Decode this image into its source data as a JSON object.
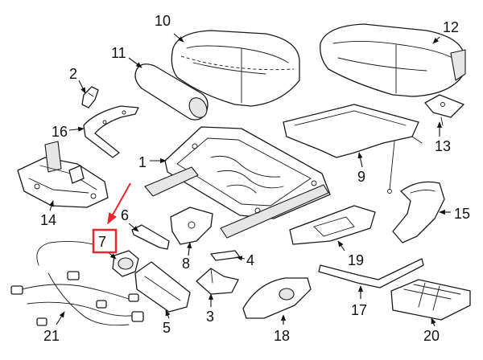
{
  "colors": {
    "line": "#1a1a1a",
    "highlight": "#e8262b",
    "background": "#ffffff"
  },
  "callouts": {
    "c1": "1",
    "c2": "2",
    "c3": "3",
    "c4": "4",
    "c5": "5",
    "c6": "6",
    "c7": "7",
    "c8": "8",
    "c9": "9",
    "c10": "10",
    "c11": "11",
    "c12": "12",
    "c13": "13",
    "c14": "14",
    "c15": "15",
    "c16": "16",
    "c17": "17",
    "c18": "18",
    "c19": "19",
    "c20": "20",
    "c21": "21"
  },
  "highlighted_part": "7"
}
